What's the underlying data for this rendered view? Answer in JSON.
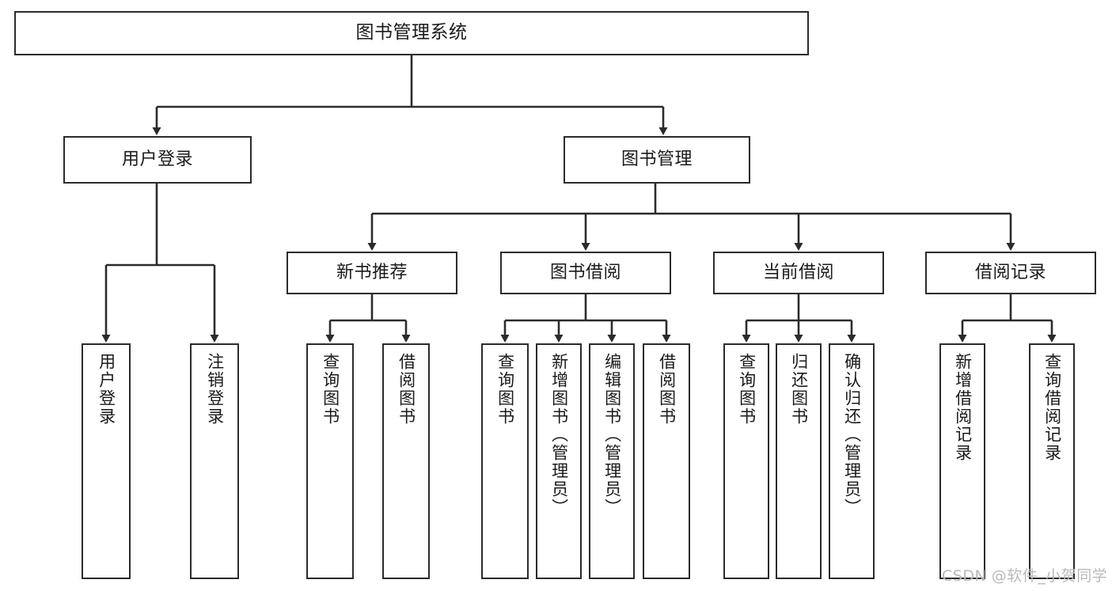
{
  "diagram": {
    "title": "图书管理系统",
    "type": "tree-hierarchy-chart",
    "watermark": "CSDN @软件_小贺同学",
    "colors": {
      "border": "#2b2b2b",
      "background": "#ffffff",
      "text": "#1a1a1a",
      "watermark": "#b9b9b9"
    },
    "nodes": {
      "root": {
        "label": "图书管理系统"
      },
      "level2": [
        {
          "label": "用户登录"
        },
        {
          "label": "图书管理"
        }
      ],
      "level3": [
        {
          "label": "新书推荐"
        },
        {
          "label": "图书借阅"
        },
        {
          "label": "当前借阅"
        },
        {
          "label": "借阅记录"
        }
      ],
      "leaves": {
        "user_login": [
          {
            "label": "用户登录"
          },
          {
            "label": "注销登录"
          }
        ],
        "new_book_recommend": [
          {
            "label": "查询图书"
          },
          {
            "label": "借阅图书"
          }
        ],
        "book_borrow": [
          {
            "label": "查询图书"
          },
          {
            "label": "新增图书（管理员）"
          },
          {
            "label": "编辑图书（管理员）"
          },
          {
            "label": "借阅图书"
          }
        ],
        "current_borrow": [
          {
            "label": "查询图书"
          },
          {
            "label": "归还图书"
          },
          {
            "label": "确认归还（管理员）"
          }
        ],
        "borrow_record": [
          {
            "label": "新增借阅记录"
          },
          {
            "label": "查询借阅记录"
          }
        ]
      }
    }
  }
}
